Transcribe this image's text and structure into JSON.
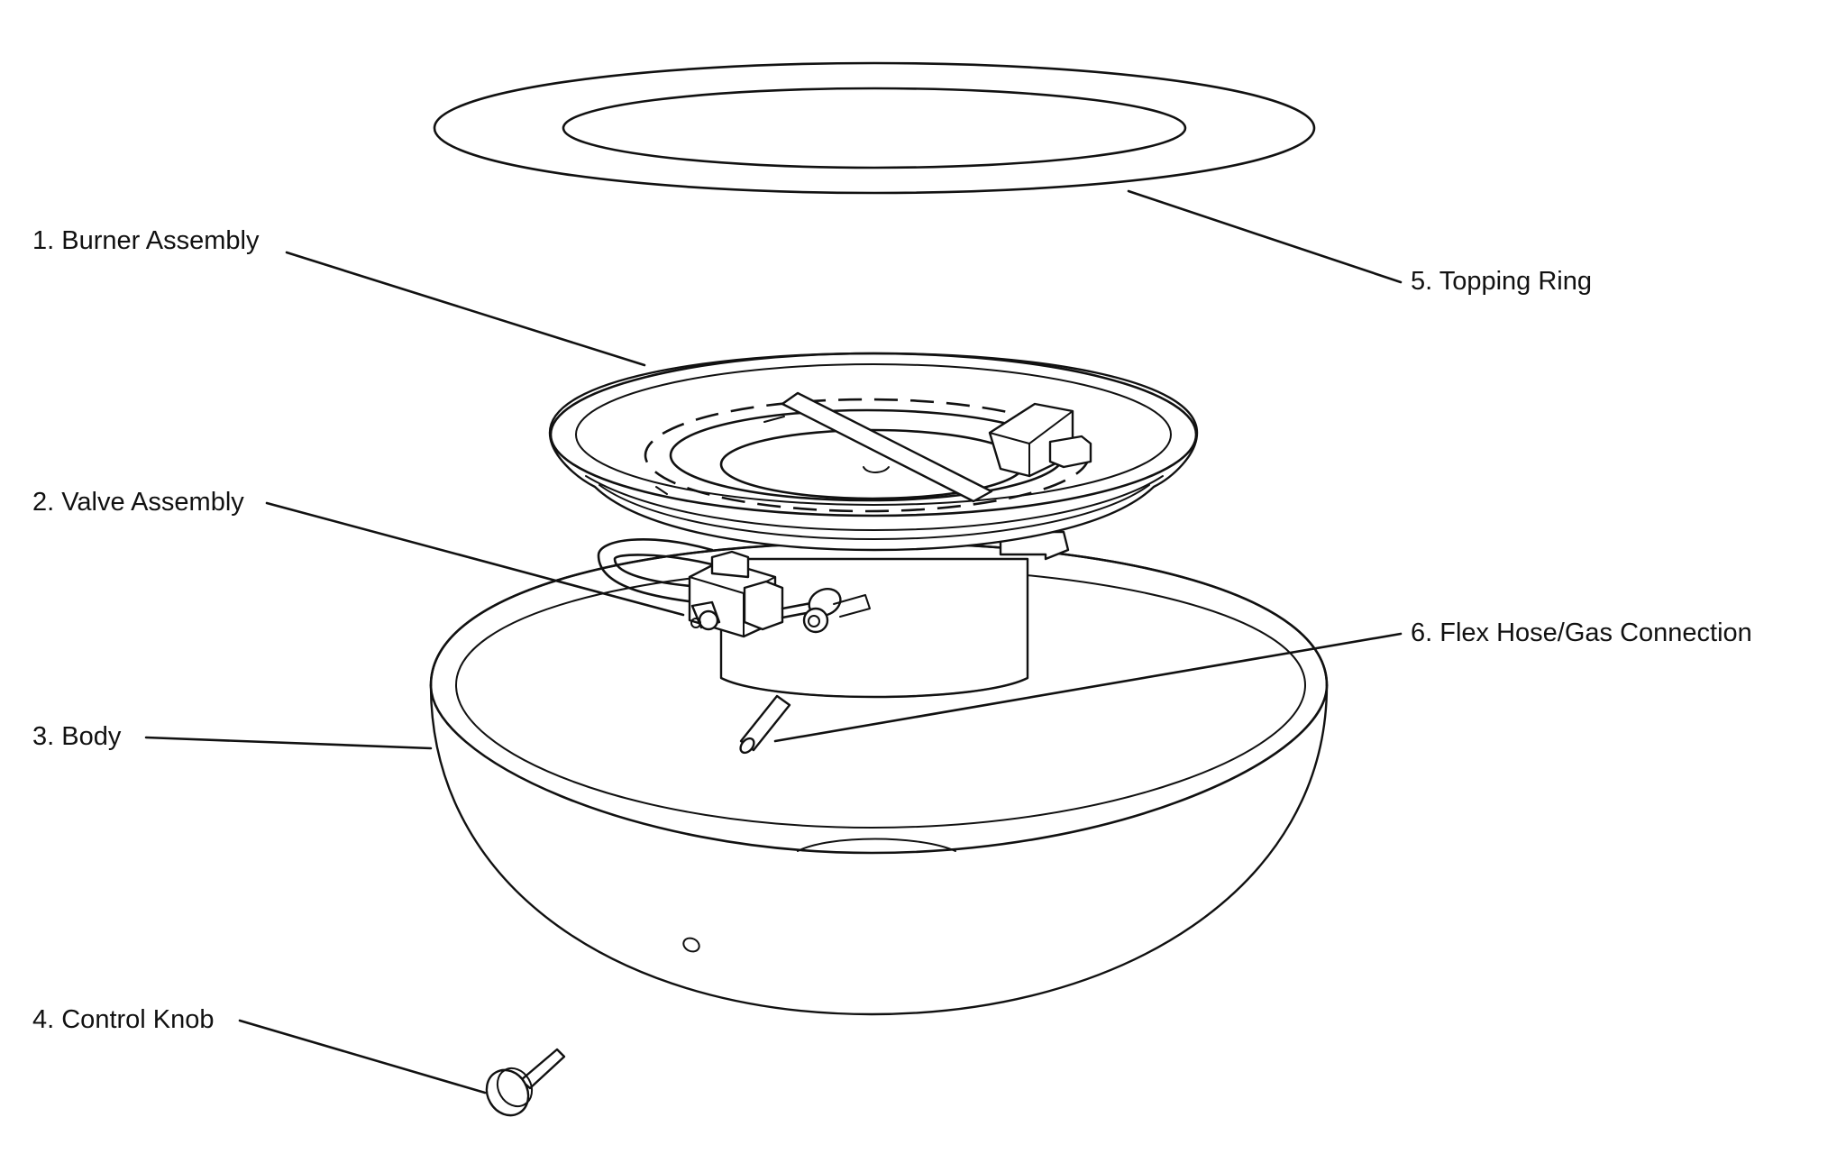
{
  "parts": [
    {
      "id": "burner-assembly",
      "label": "1. Burner Assembly"
    },
    {
      "id": "valve-assembly",
      "label": "2. Valve Assembly"
    },
    {
      "id": "body",
      "label": "3. Body"
    },
    {
      "id": "control-knob",
      "label": "4. Control Knob"
    },
    {
      "id": "topping-ring",
      "label": "5. Topping Ring"
    },
    {
      "id": "flex-hose",
      "label": "6. Flex Hose/Gas Connection"
    }
  ],
  "line_color": "#111111",
  "background_color": "#ffffff"
}
